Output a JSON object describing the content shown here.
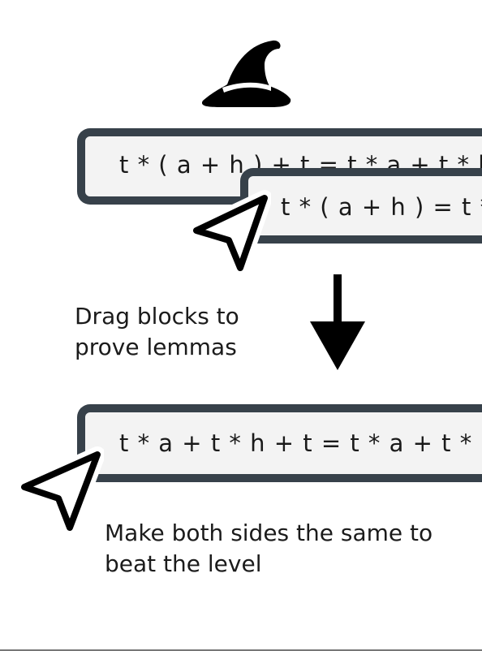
{
  "blocks": {
    "top": "t * ( a + h ) + t = t * a + t * h + t",
    "dragged": "t * ( a + h ) = t * a + t * h",
    "result": "t * a + t * h + t = t * a + t * h + t"
  },
  "captions": {
    "drag": "Drag blocks to prove lemmas",
    "win": "Make both sides the same to beat the level"
  },
  "icons": {
    "logo": "wizard-hat-icon",
    "pointer": "cursor-arrow-icon",
    "flow": "arrow-down-icon"
  },
  "colors": {
    "block_border": "#37414a",
    "block_fill": "#f3f3f3",
    "text": "#111111"
  }
}
